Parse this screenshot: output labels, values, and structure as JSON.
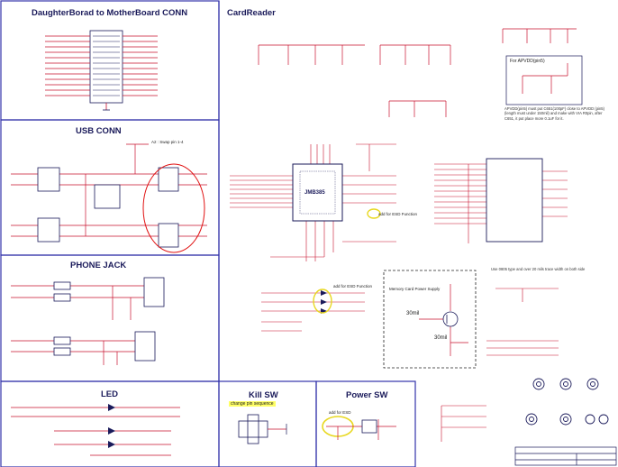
{
  "sections": {
    "daughterboard": {
      "title": "DaughterBorad to MotherBoard CONN"
    },
    "cardreader": {
      "title": "CardReader"
    },
    "usb": {
      "title": "USB CONN",
      "swap_note": "A2 : Swap pin 1-4"
    },
    "phonejack": {
      "title": "PHONE JACK"
    },
    "led": {
      "title": "LED"
    },
    "killsw": {
      "title": "Kill SW",
      "note": "change pin sequence"
    },
    "powersw": {
      "title": "Power SW",
      "note": "add for ESD"
    }
  },
  "annotations": {
    "apvdd_title": "For APVDD(pin5)",
    "apvdd_note": "APVDD(pin5) must put C651(100pF) close to APVDD (pin5) (length must under 150mil) and make with VIA R0pin, after C651, it put place more 0.1uF for it.",
    "chip_name": "JMB385",
    "esd_note_1": "add for ESD Function",
    "esd_note_2": "add for ESD Function",
    "memory_card": "Memory Card Power Supply",
    "trace_1": "30mil",
    "trace_2": "30mil",
    "emi_note": "Use 0805 type and over 20 mils trace width on both side"
  },
  "colors": {
    "wire": "#c8102e",
    "part": "#1a1a5a",
    "frame": "#3333aa",
    "highlight": "#ffff66",
    "circle": "#e01010"
  }
}
